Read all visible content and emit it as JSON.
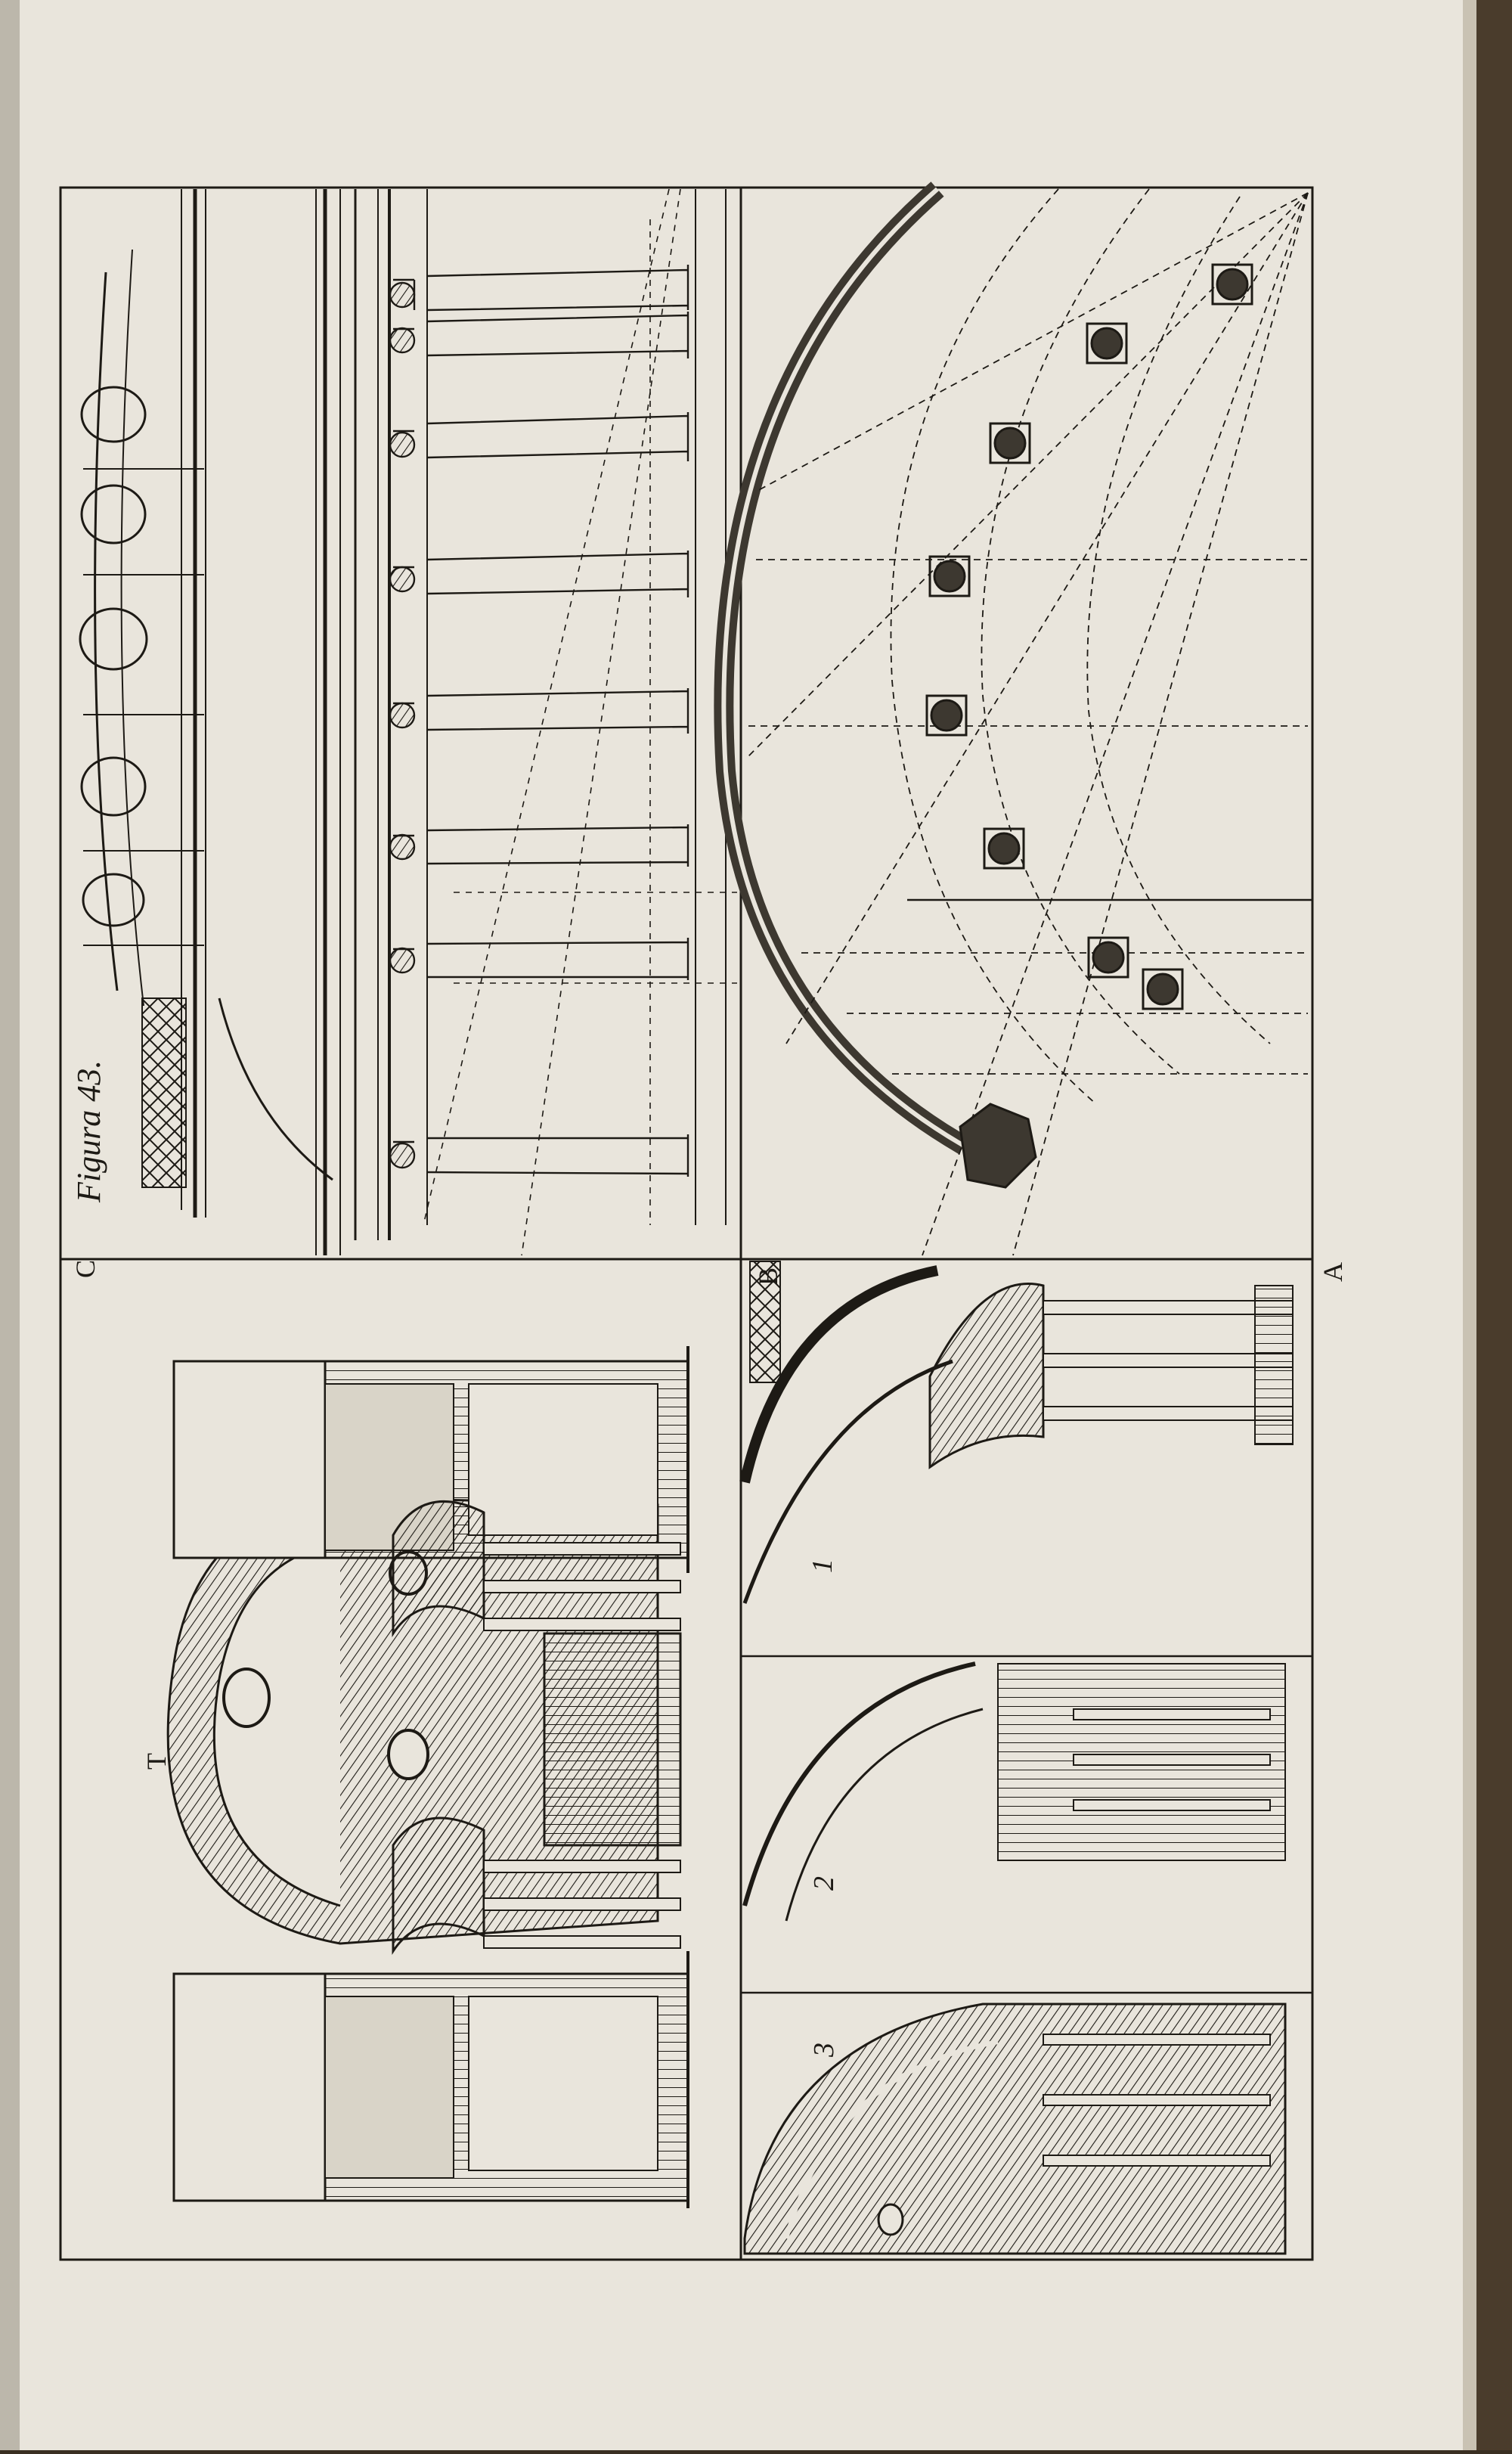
{
  "plate": {
    "figure_caption": "Figura 43.",
    "letters": {
      "top_left": "C",
      "bottom_right": "A",
      "perspective_view": "T",
      "plan_corner": "B"
    },
    "view_numbers": [
      "1",
      "2",
      "3"
    ]
  },
  "palette": {
    "paper": "#e9e5dc",
    "ink": "#1d1a15",
    "binding": "#4a3c2c",
    "shadow": "#9f988a"
  }
}
